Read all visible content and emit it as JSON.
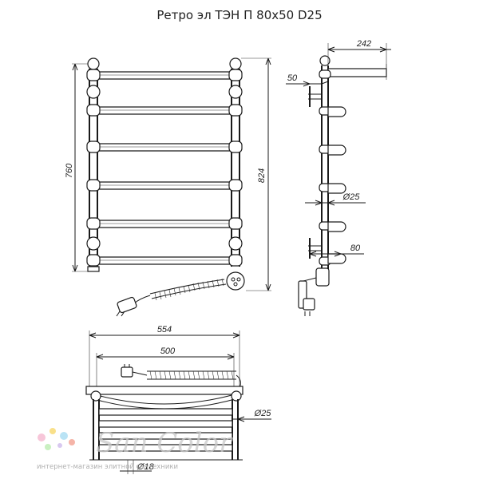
{
  "title": "Ретро эл ТЭН П 80х50  D25",
  "front_view": {
    "dim_height_total": "760",
    "dim_height_side": "824"
  },
  "side_view": {
    "dim_depth": "242",
    "dim_offset_top": "50",
    "dim_tube_diameter": "Ø25",
    "dim_offset_bottom": "80"
  },
  "top_view": {
    "dim_width_total": "554",
    "dim_width_inner": "500",
    "dim_tube_diameter": "Ø25",
    "dim_connector_diameter": "Ø18"
  },
  "watermark": {
    "brand": "San Color",
    "tagline": "интернет-магазин элитной сантехники",
    "dot_colors": [
      "#f7c6d9",
      "#f9e08a",
      "#b9e3f5",
      "#c9f0c1",
      "#d8c8f0",
      "#f5b4a8"
    ]
  }
}
